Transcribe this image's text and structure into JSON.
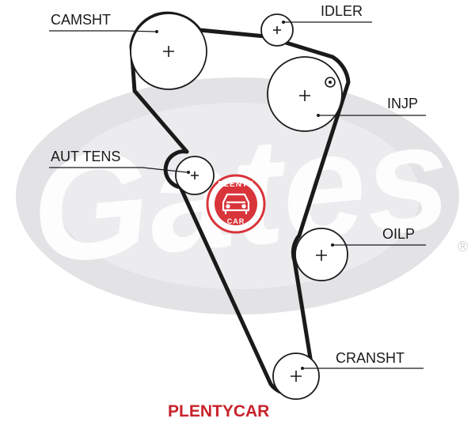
{
  "labels": {
    "camsht": "CAMSHT",
    "idler": "IDLER",
    "injp": "INJP",
    "aut_tens": "AUT TENS",
    "oilp": "OILP",
    "cransht": "CRANSHT"
  },
  "brand": {
    "footer": "PLENTYCAR",
    "badge_top": "PLENTY",
    "badge_bottom": "CAR",
    "watermark": "Gates",
    "registered": "®"
  },
  "colors": {
    "ink": "#1a1a1a",
    "watermark": "#d9d9dc",
    "badge": "#d8343a",
    "footer": "#c8232b"
  }
}
